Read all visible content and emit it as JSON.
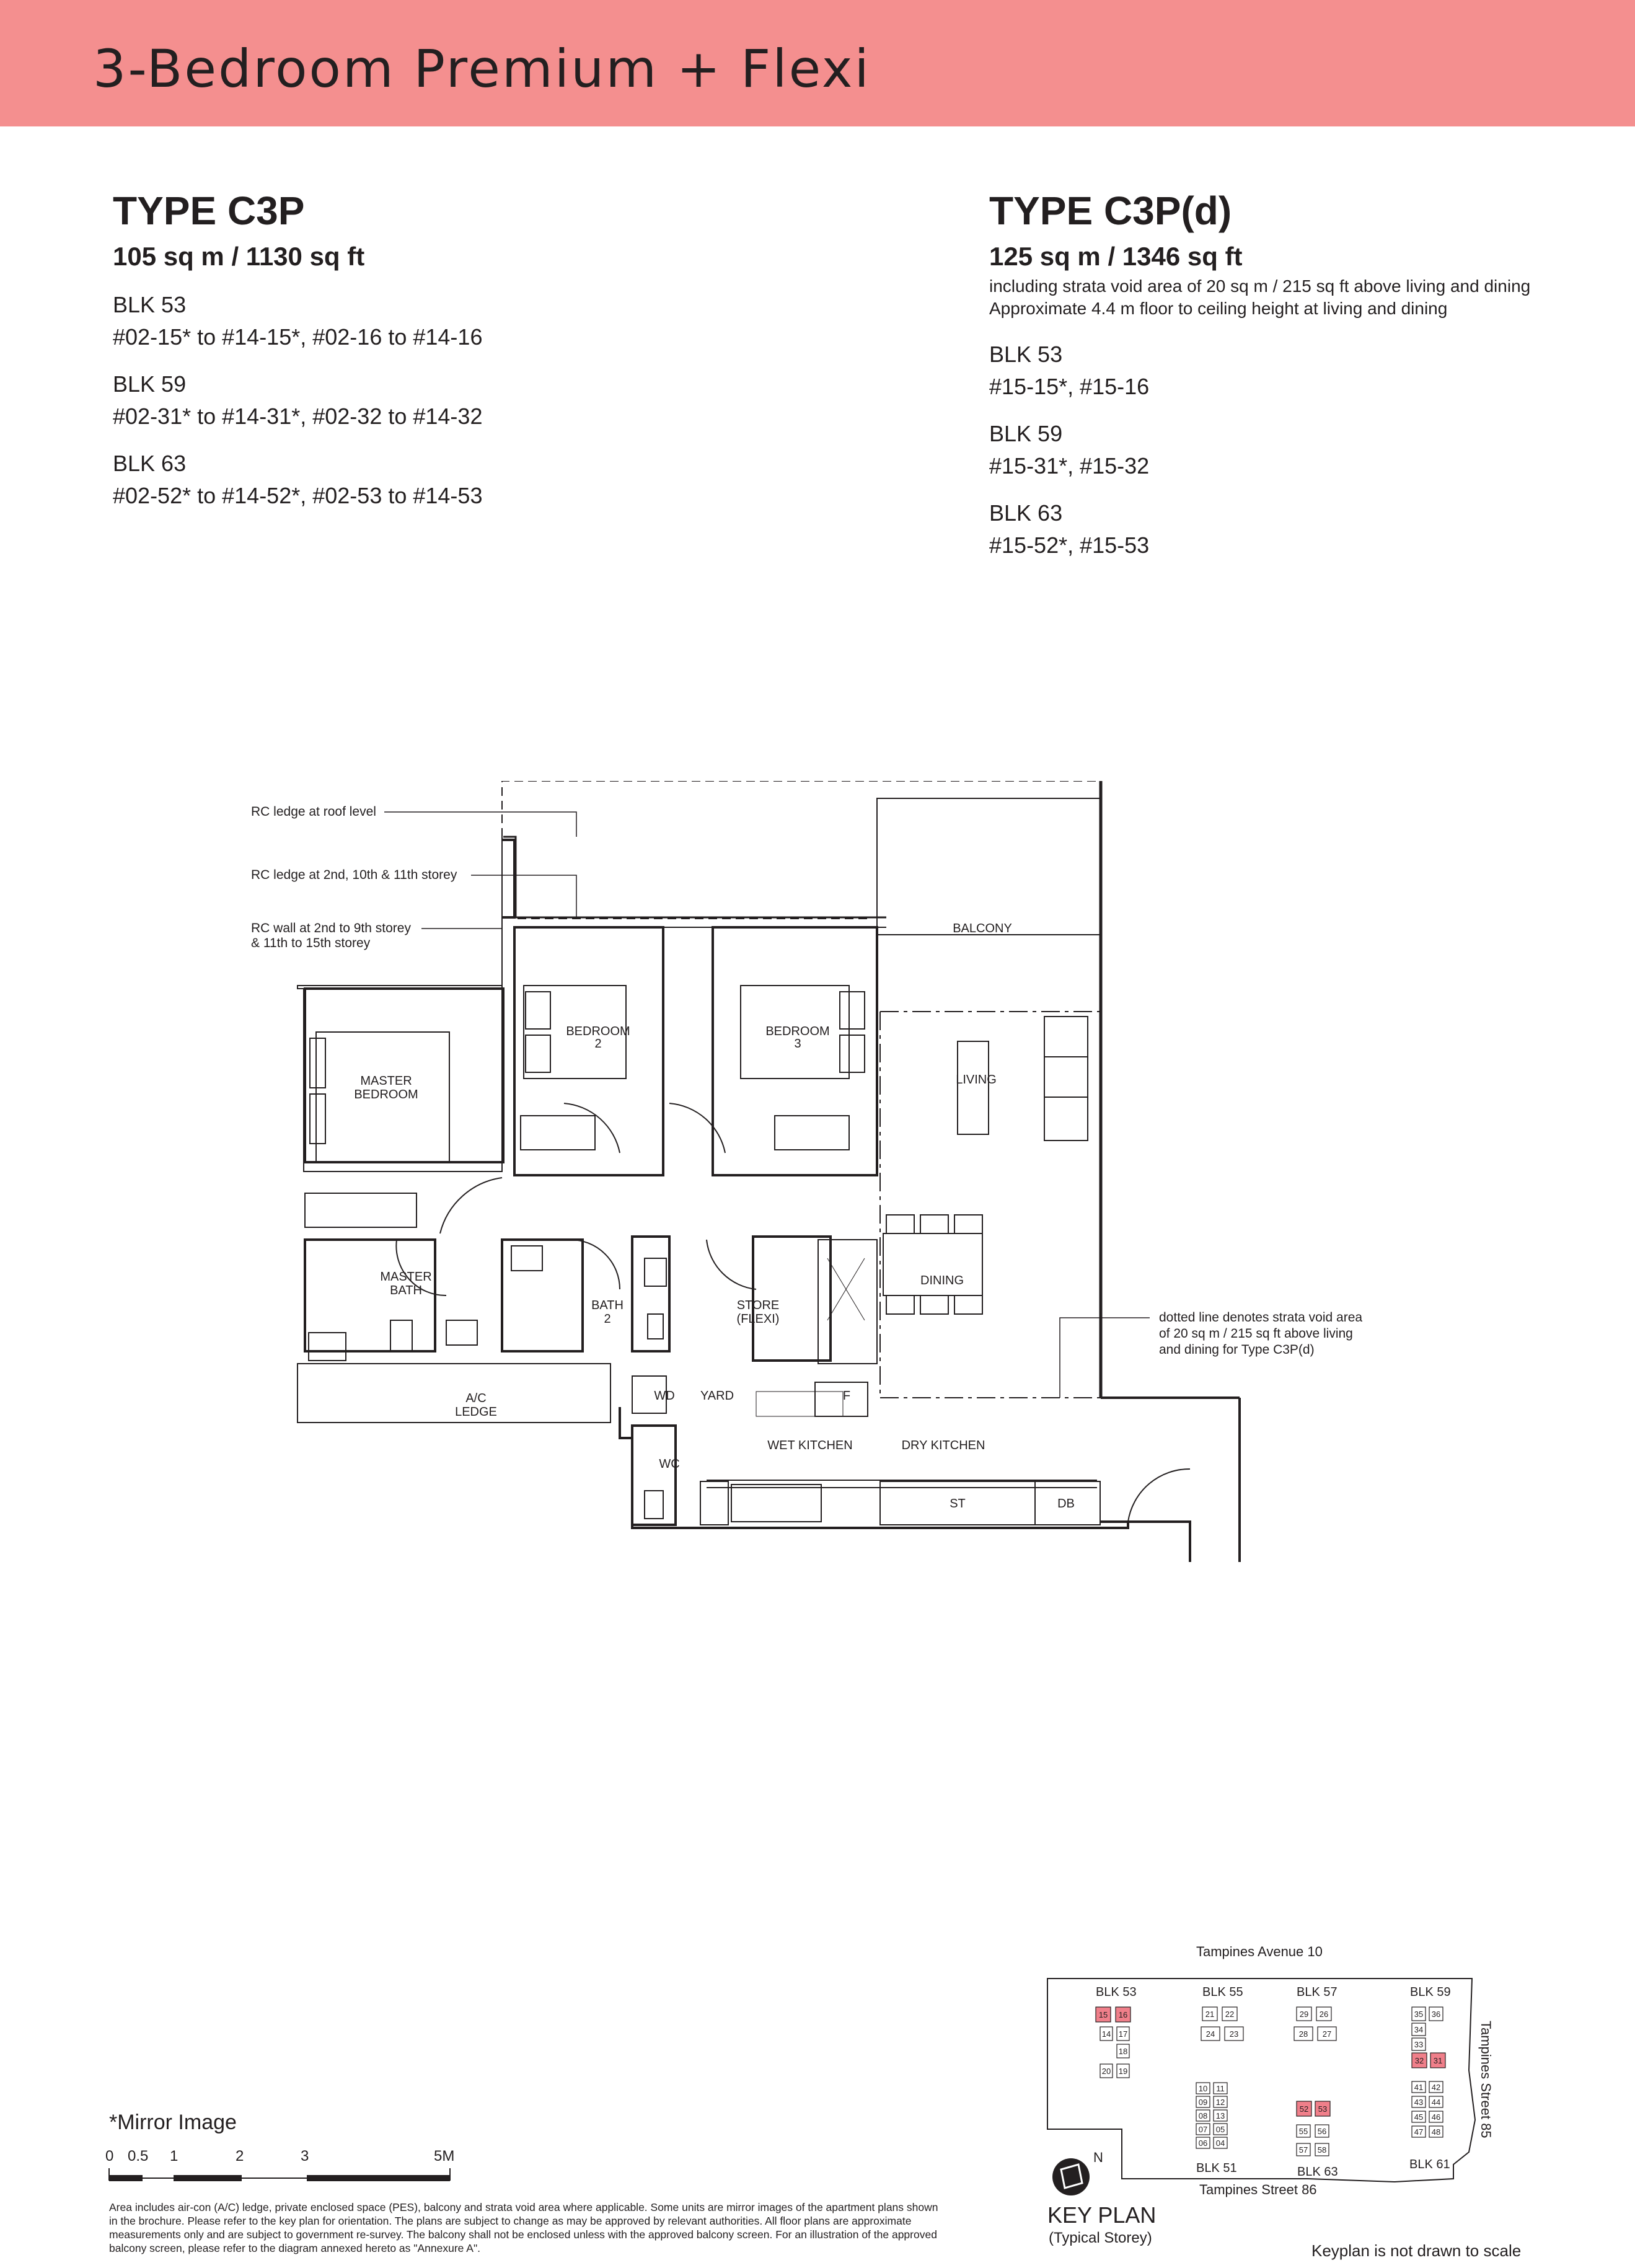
{
  "header": {
    "title": "3-Bedroom Premium + Flexi",
    "color": "#f48f8f"
  },
  "left_type": {
    "title": "TYPE C3P",
    "area": "105 sq m / 1130 sq ft",
    "blocks": [
      {
        "blk": "BLK  53",
        "units": "#02-15* to #14-15*, #02-16 to #14-16"
      },
      {
        "blk": "BLK  59",
        "units": "#02-31* to #14-31*, #02-32 to #14-32"
      },
      {
        "blk": "BLK  63",
        "units": "#02-52* to #14-52*, #02-53 to #14-53"
      }
    ]
  },
  "right_type": {
    "title": "TYPE C3P(d)",
    "area": "125 sq m / 1346 sq ft",
    "note1": "including strata void area of 20 sq m / 215 sq ft above living and dining",
    "note2": "Approximate 4.4 m floor to ceiling height at living and dining",
    "blocks": [
      {
        "blk": "BLK  53",
        "units": "#15-15*, #15-16"
      },
      {
        "blk": "BLK  59",
        "units": "#15-31*, #15-32"
      },
      {
        "blk": "BLK  63",
        "units": "#15-52*, #15-53"
      }
    ]
  },
  "plan": {
    "callouts": {
      "rc_ledge_roof": "RC ledge at roof level",
      "rc_ledge_storey": "RC ledge at 2nd, 10th & 11th storey",
      "rc_wall_1": "RC wall at 2nd to 9th storey",
      "rc_wall_2": "& 11th to 15th storey",
      "void_1": "dotted line denotes strata void area",
      "void_2": "of 20 sq m / 215 sq ft above living",
      "void_3": "and dining for Type C3P(d)"
    },
    "rooms": {
      "balcony": "BALCONY",
      "bedroom2_a": "BEDROOM",
      "bedroom2_b": "2",
      "bedroom3_a": "BEDROOM",
      "bedroom3_b": "3",
      "master_a": "MASTER",
      "master_b": "BEDROOM",
      "living": "LIVING",
      "mbath_a": "MASTER",
      "mbath_b": "BATH",
      "bath2_a": "BATH",
      "bath2_b": "2",
      "store_a": "STORE",
      "store_b": "(FLEXI)",
      "dining": "DINING",
      "ac_a": "A/C",
      "ac_b": "LEDGE",
      "wd": "WD",
      "yard": "YARD",
      "f": "F",
      "wet_kitchen": "WET KITCHEN",
      "dry_kitchen": "DRY KITCHEN",
      "wc": "WC",
      "st": "ST",
      "db": "DB"
    }
  },
  "footer": {
    "mirror": "*Mirror Image",
    "scale_labels": [
      "0",
      "0.5",
      "1",
      "2",
      "3",
      "5M"
    ],
    "disclaimer": "Area includes air-con (A/C) ledge, private enclosed space (PES), balcony and strata void area where applicable. Some units are mirror images of the apartment plans shown in the brochure. Please refer to the key plan for orientation. The plans are subject to change as may be approved by relevant authorities. All floor plans are approximate measurements only and are subject to government re-survey. The balcony shall not be enclosed unless with the approved balcony screen. For an illustration of the approved balcony screen, please refer to the diagram annexed hereto as \"Annexure A\"."
  },
  "keyplan": {
    "road_top": "Tampines  Avenue  10",
    "road_right": "Tampines  Street  85",
    "road_bottom": "Tampines  Street  86",
    "blocks": [
      "BLK 53",
      "BLK 55",
      "BLK 57",
      "BLK 59",
      "BLK 51",
      "BLK 63",
      "BLK 61"
    ],
    "title": "KEY PLAN",
    "subtitle": "(Typical Storey)",
    "north": "N",
    "note": "Keyplan is not drawn to scale",
    "highlight_color": "#f07f8a",
    "units": {
      "b53": [
        "15",
        "16",
        "14",
        "17",
        "18",
        "20",
        "19"
      ],
      "b55": [
        "21",
        "22",
        "24",
        "23"
      ],
      "b57": [
        "29",
        "26",
        "28",
        "27"
      ],
      "b59": [
        "35",
        "36",
        "34",
        "33",
        "32",
        "31"
      ],
      "b51": [
        "10",
        "11",
        "09",
        "12",
        "08",
        "13",
        "07",
        "06",
        "05",
        "04"
      ],
      "b63": [
        "52",
        "53",
        "55",
        "56",
        "57",
        "58"
      ],
      "b61": [
        "41",
        "42",
        "43",
        "44",
        "45",
        "46",
        "47",
        "48"
      ]
    }
  }
}
